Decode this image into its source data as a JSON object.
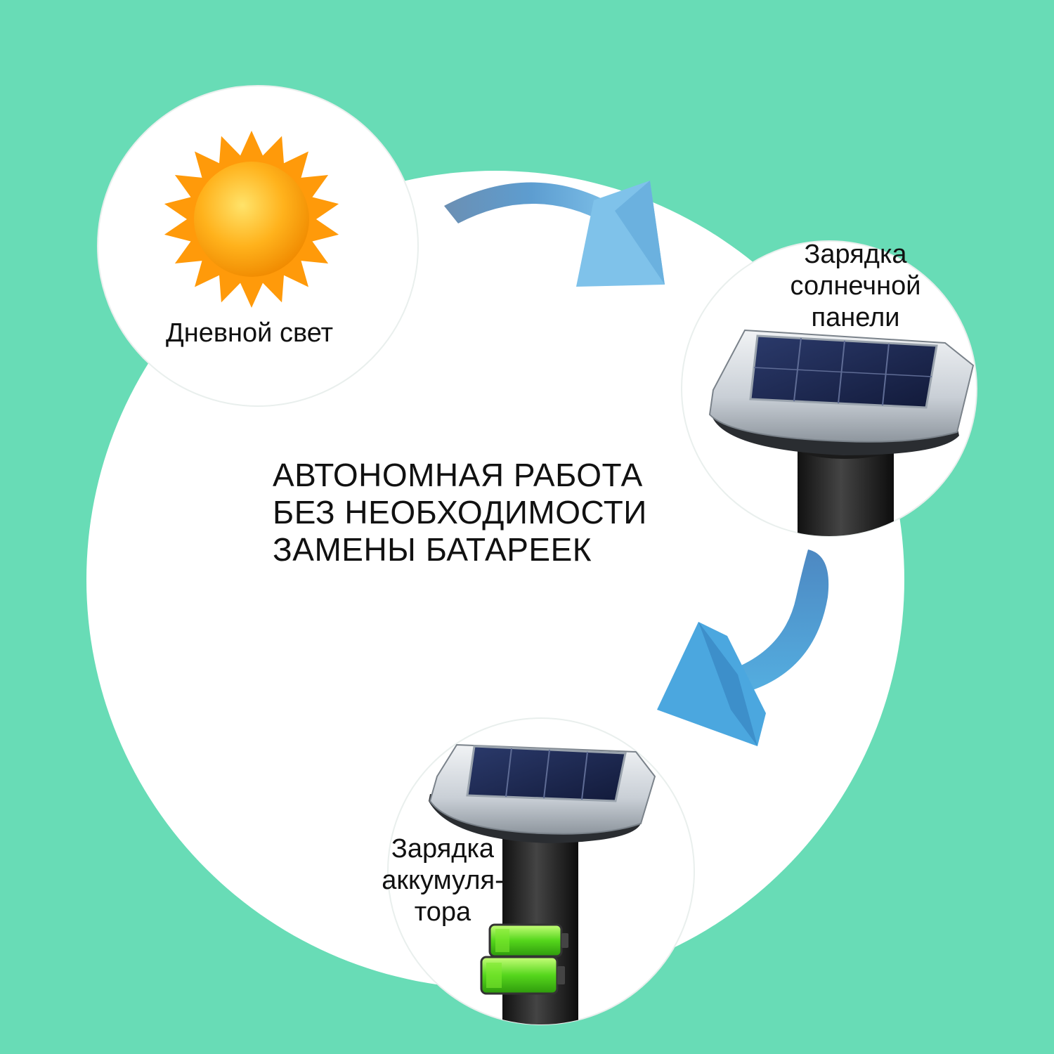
{
  "background_color": "#68dcb6",
  "accent_arrow_color": "#4c9fd6",
  "stages": [
    {
      "id": "daylight",
      "label": "Дневной свет",
      "icon": "sun-icon"
    },
    {
      "id": "panel",
      "label": "Зарядка\nсолнечной\nпанели",
      "icon": "solar-stake-icon"
    },
    {
      "id": "battery",
      "label": "Зарядка\nаккумуля-\nтора",
      "icon": "battery-icon"
    }
  ],
  "center_text": "АВТОНОМНАЯ РАБОТА\nБЕЗ НЕОБХОДИМОСТИ\nЗАМЕНЫ БАТАРЕЕК"
}
